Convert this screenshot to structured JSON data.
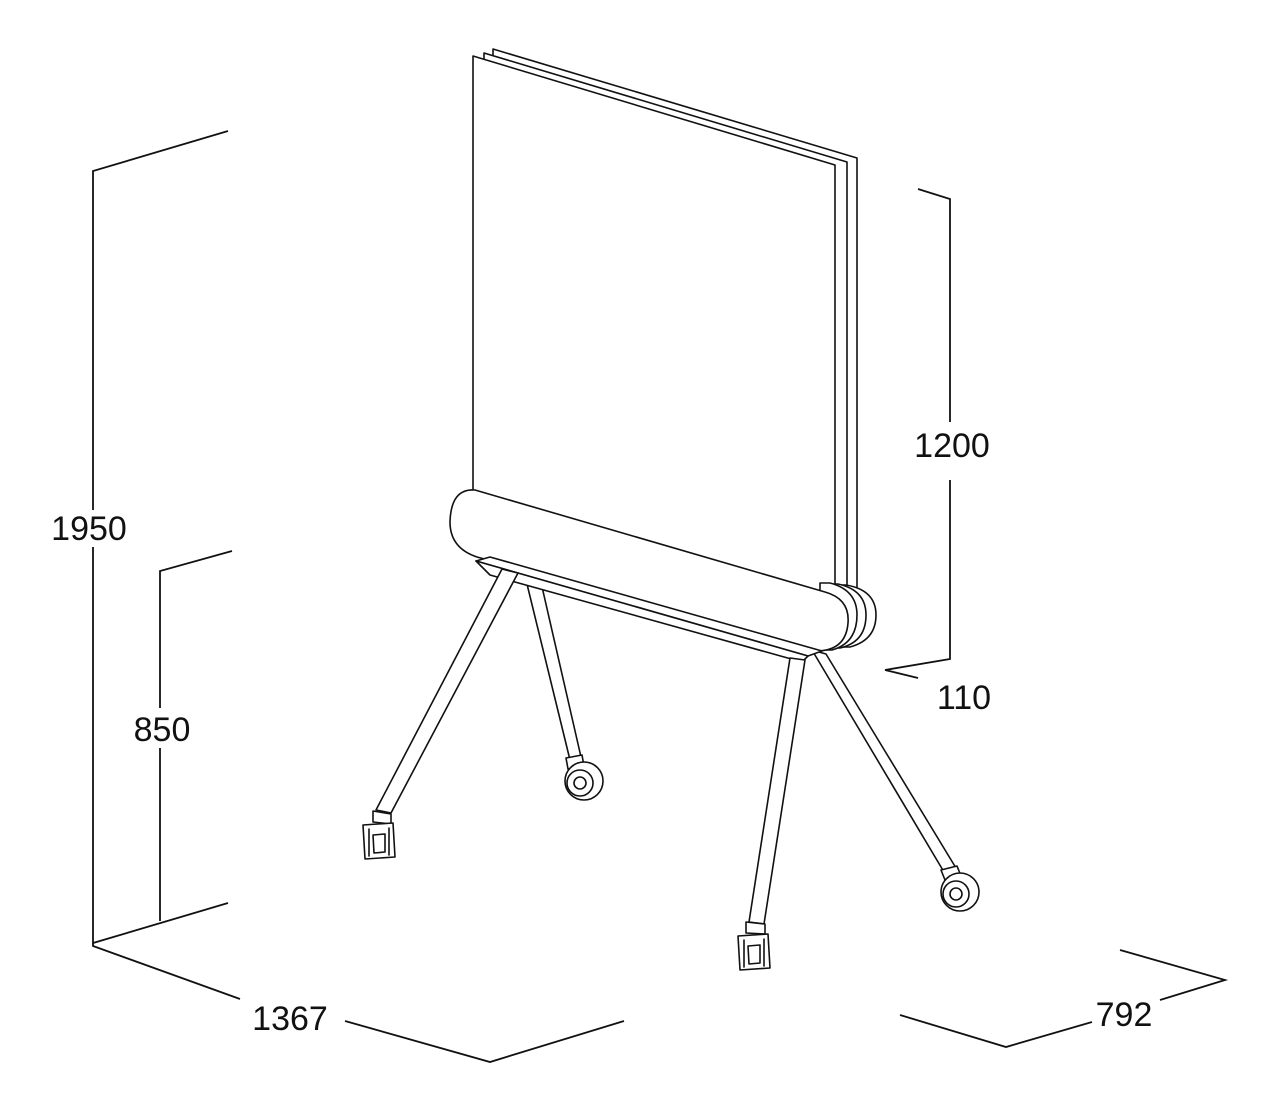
{
  "dimensions": {
    "total_height": "1950",
    "table_height": "850",
    "board_height": "1200",
    "base_height": "110",
    "width": "1367",
    "depth": "792"
  },
  "colors": {
    "line": "#111111",
    "background": "#ffffff"
  }
}
